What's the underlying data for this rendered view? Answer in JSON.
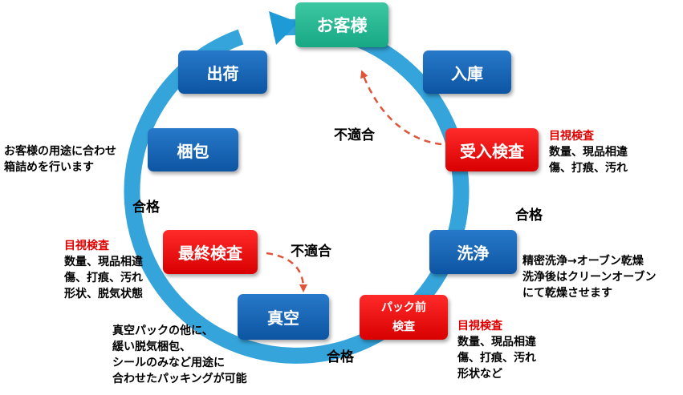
{
  "nodes": {
    "customer": "お客様",
    "receiving": "入庫",
    "incoming_inspection": "受入検査",
    "washing": "洗浄",
    "pre_pack_inspection": [
      "パック前",
      "検査"
    ],
    "vacuum": "真空",
    "final_inspection": "最終検査",
    "packing": "梱包",
    "shipping": "出荷"
  },
  "labels": {
    "reject_top": "不適合",
    "reject_mid": "不適合",
    "pass_left": "合格",
    "pass_right": "合格",
    "pass_bottom": "合格"
  },
  "notes": {
    "packing": [
      "お客様の用途に合わせ",
      "箱詰めを行います"
    ],
    "incoming": {
      "title": "目視検査",
      "lines": [
        "数量、現品相違",
        "傷、打痕、汚れ"
      ]
    },
    "washing": [
      "精密洗浄→オーブン乾燥",
      "洗浄後はクリーンオーブン",
      "にて乾燥させます"
    ],
    "final": {
      "title": "目視検査",
      "lines": [
        "数量、現品相違",
        "傷、打痕、汚れ",
        "形状、脱気状態"
      ]
    },
    "vacuum": [
      "真空パックの他に、",
      "緩い脱気梱包、",
      "シールのみなど用途に",
      "合わせたパッキングが可能"
    ],
    "pre_pack": {
      "title": "目視検査",
      "lines": [
        "数量、現品相違",
        "傷、打痕、汚れ",
        "形状など"
      ]
    }
  },
  "colors": {
    "ring": "#1e9ad6",
    "node_blue": "#0f5fae",
    "node_red": "#e50000",
    "node_green": "#22b48e",
    "reject_arrow": "#e0553a",
    "note_title": "#e00000"
  }
}
